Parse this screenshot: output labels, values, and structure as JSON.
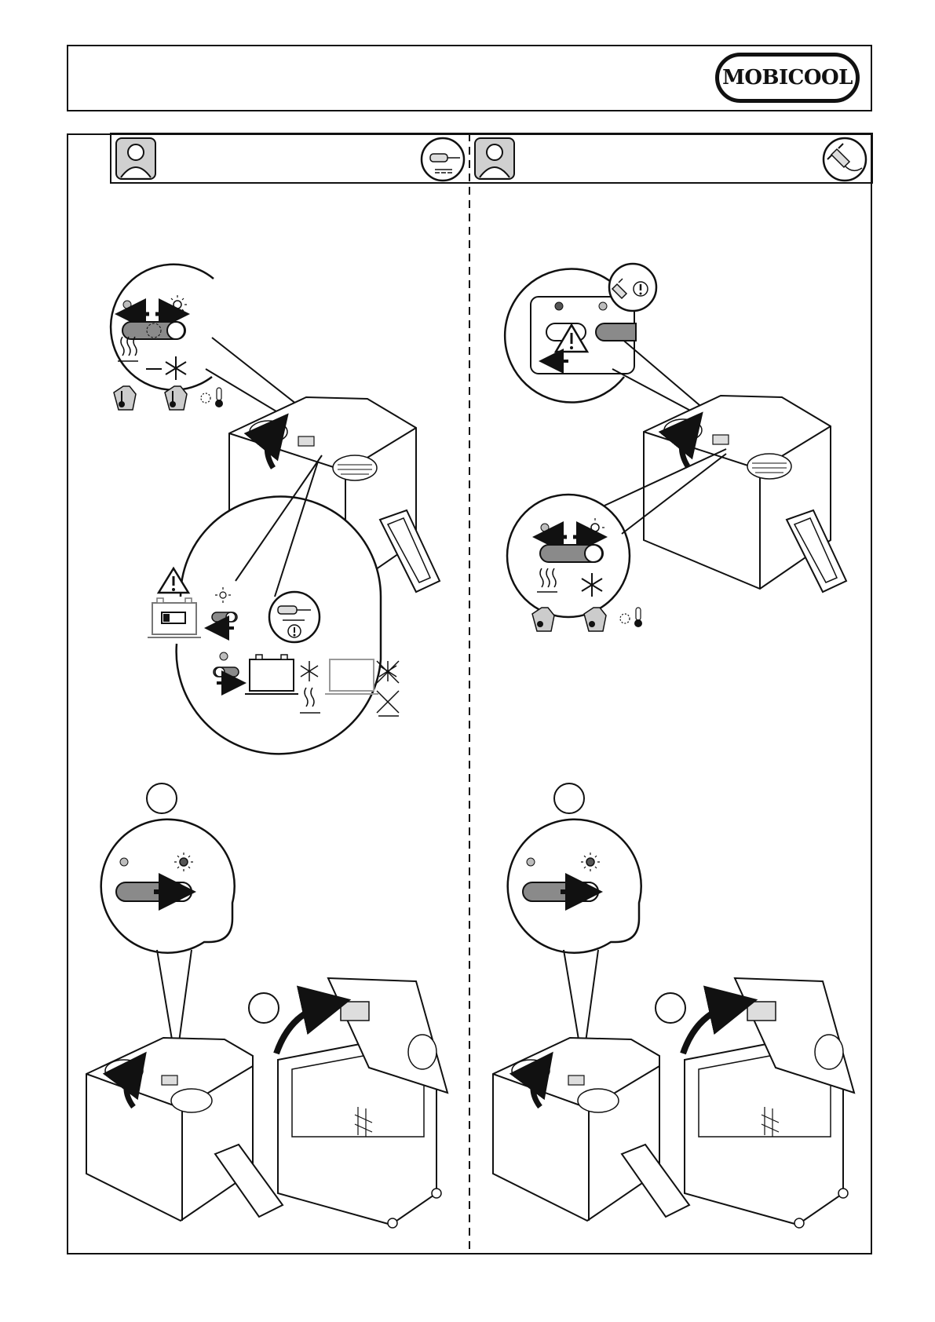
{
  "header": {
    "brand": "MOBICOOL"
  },
  "columns": [
    {
      "id": "dc",
      "user_icon": "user-icon",
      "power_icon": "car-plug-dc-icon",
      "step_labels": []
    },
    {
      "id": "ac",
      "user_icon": "user-icon",
      "power_icon": "ac-plug-icon",
      "step_labels": []
    }
  ],
  "icons": [
    "user-icon",
    "car-plug-dc-icon",
    "ac-plug-icon",
    "warning-icon",
    "battery-icon",
    "sun-icon",
    "snowflake-icon",
    "heat-icon",
    "thermometer-icon",
    "arrow-left-icon",
    "arrow-right-icon",
    "curved-arrow-icon"
  ],
  "colors": {
    "line": "#111111",
    "switch_fill": "#8a8a8a",
    "led_off": "#bdbdbd",
    "body_fill": "#ffffff",
    "muted": "#9a9a9a"
  }
}
